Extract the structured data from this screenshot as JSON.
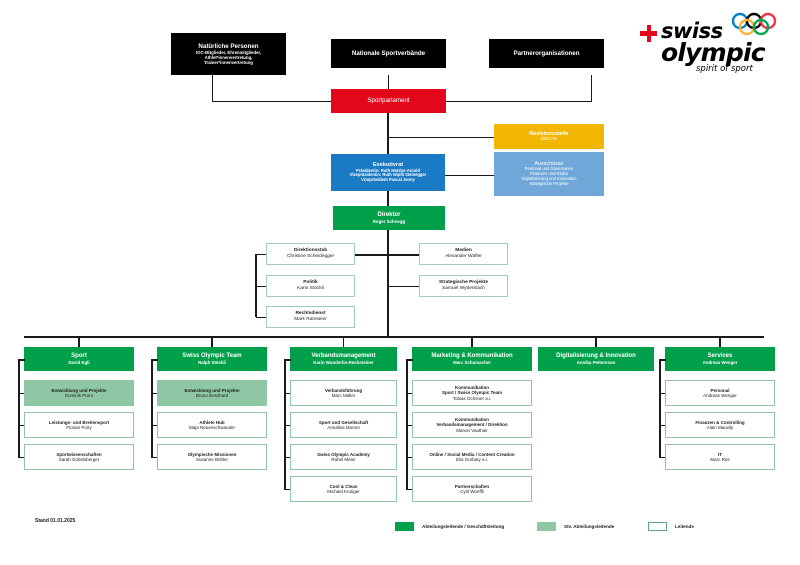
{
  "logo": {
    "cross_icon": "swiss-cross-icon",
    "rings_icon": "olympic-rings-icon",
    "word1": "swiss",
    "word2": "olympic",
    "tagline": "spirit of sport"
  },
  "top_row": [
    {
      "title": "Natürliche Personen",
      "sub": "IOC-Mitglieder, Ehrenmitglieder,\nAthlet*innenvertretung,\nTrainer*innenvertretung"
    },
    {
      "title": "Nationale Sportverbände",
      "sub": ""
    },
    {
      "title": "Partnerorganisationen",
      "sub": ""
    }
  ],
  "parliament": {
    "title": "Sportparlament"
  },
  "audit": {
    "title": "Revisionsstelle",
    "sub": "BDO AG"
  },
  "executive": {
    "title": "Exekutivrat",
    "sub": "Präsidentin: Ruth Metzler-Arnold\nVizepräsidentin: Ruth Wipfli Steinegger\nVizepräsident Pascal Jenny"
  },
  "committees": {
    "title": "Ausschüsse",
    "sub": "Personal und Governance\nFinanzen und Risiko\nDigitalisierung und Innovation\nstrategische Projekte"
  },
  "director": {
    "title": "Direktor",
    "sub": "Roger Schnegg"
  },
  "staff_left": [
    {
      "title": "Direktionsstab",
      "sub": "Christine Scheidegger"
    },
    {
      "title": "Politik",
      "sub": "Karin Stöckli"
    },
    {
      "title": "Rechtsdienst",
      "sub": "Mark Ramseier"
    }
  ],
  "staff_right": [
    {
      "title": "Medien",
      "sub": "Alexander Wäfler"
    },
    {
      "title": "Strategische Projekte",
      "sub": "Samuel Wyttenbach"
    }
  ],
  "departments": [
    {
      "title": "Sport",
      "head": "David Egli",
      "units": [
        {
          "title": "Entwicklung und Projekte",
          "sub": "Dominik Pürro",
          "type": "deputy"
        },
        {
          "title": "Leistungs- und Breitensport",
          "sub": "Florian Poiry",
          "type": "leader"
        },
        {
          "title": "Sportwissenschaften",
          "sub": "Sarah Gobelsberger",
          "type": "leader"
        }
      ]
    },
    {
      "title": "Swiss Olympic Team",
      "head": "Ralph Stöckli",
      "units": [
        {
          "title": "Entwicklung und Projekte",
          "sub": "Bruno Bosshard",
          "type": "deputy"
        },
        {
          "title": "Athlete Hub",
          "sub": "Maja Neuenschwander",
          "type": "leader"
        },
        {
          "title": "Olympische Missionen",
          "sub": "Susanne Bühler",
          "type": "leader"
        }
      ]
    },
    {
      "title": "Verbandsmanagement",
      "head": "Karin Wunderlin-Rechsteiner",
      "units": [
        {
          "title": "Verbandsführung",
          "sub": "Marc Müller",
          "type": "leader"
        },
        {
          "title": "Sport und Gesellschaft",
          "sub": "Annalisa Mornei",
          "type": "leader"
        },
        {
          "title": "Swiss Olympic Academy",
          "sub": "Rahel Meier",
          "type": "leader"
        },
        {
          "title": "Cool & Clean",
          "sub": "Michael Krutiger",
          "type": "leader"
        }
      ]
    },
    {
      "title": "Marketing & Kommunikation",
      "head": "Marc Schumacher",
      "units": [
        {
          "title": "Kommunikation\nSport / Swiss Olympic Team",
          "sub": "Tobias Ochsner a.i.",
          "type": "leader"
        },
        {
          "title": "Kommunikation\nVerbandsmanagement / Direktion",
          "sub": "Manon Vauthier",
          "type": "leader"
        },
        {
          "title": "Online / Social Media / Content Creation",
          "sub": "Elia Gorbaty a.i.",
          "type": "leader"
        },
        {
          "title": "Partnerschaften",
          "sub": "Cyril Woeffli",
          "type": "leader"
        }
      ]
    },
    {
      "title": "Digitalisierung & Innovation",
      "head": "Annika Pettersson",
      "units": []
    },
    {
      "title": "Services",
      "head": "Andreas Wenger",
      "units": [
        {
          "title": "Personal",
          "sub": "Andreas Wenger",
          "type": "leader"
        },
        {
          "title": "Finanzen & Controlling",
          "sub": "Alain Mauvily",
          "type": "leader"
        },
        {
          "title": "IT",
          "sub": "Marc Rös",
          "type": "leader"
        }
      ]
    }
  ],
  "footer": {
    "stand": "Stand 01.01.2025",
    "legend": [
      {
        "label": "Abteilungsleitende / Geschäftsleitung",
        "swatch": "green"
      },
      {
        "label": "Stv. Abteilungsleitende",
        "swatch": "mid"
      },
      {
        "label": "Leitende",
        "swatch": "white"
      }
    ]
  },
  "colors": {
    "red": "#e2071b",
    "green": "#00a04a",
    "midgreen": "#8fc7a4",
    "blue": "#1b7ac4",
    "lightblue": "#6fa8d8",
    "yellow": "#f2b705",
    "black": "#000000"
  }
}
